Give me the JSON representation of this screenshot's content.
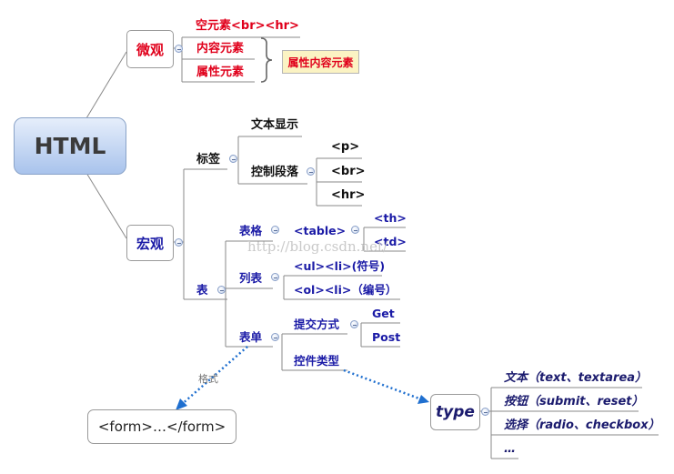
{
  "root": {
    "label": "HTML"
  },
  "micro": {
    "label": "微观",
    "items": [
      "空元素<br><hr>",
      "内容元素",
      "属性元素"
    ],
    "brace_target": "属性内容元素"
  },
  "macro": {
    "label": "宏观",
    "tag": {
      "label": "标签",
      "text_display": "文本显示",
      "paragraph": "控制段落",
      "paragraph_items": [
        "<p>",
        "<br>",
        "<hr>"
      ]
    },
    "table_group": {
      "label": "表",
      "table": {
        "label": "表格",
        "tag": "<table>",
        "items": [
          "<th>",
          "<td>"
        ]
      },
      "list": {
        "label": "列表",
        "items": [
          "<ul><li>(符号)",
          "<ol><li>（编号）"
        ]
      },
      "form": {
        "label": "表单",
        "submit_label": "提交方式",
        "submit_items": [
          "Get",
          "Post"
        ],
        "control_label": "控件类型",
        "format_label": "格式",
        "format_value": "<form>…</form>",
        "type_label": "type",
        "type_items": [
          "文本（text、textarea）",
          "按钮（submit、reset）",
          "选择（radio、checkbox）",
          "…"
        ]
      }
    }
  },
  "watermark": "http://blog.csdn.net/",
  "colors": {
    "micro": "#e0001b",
    "macro": "#1a1aa6",
    "root_fill": "#a9c3ec",
    "callout_fill": "#fbf3c3",
    "connector": "#1f6fcf"
  }
}
